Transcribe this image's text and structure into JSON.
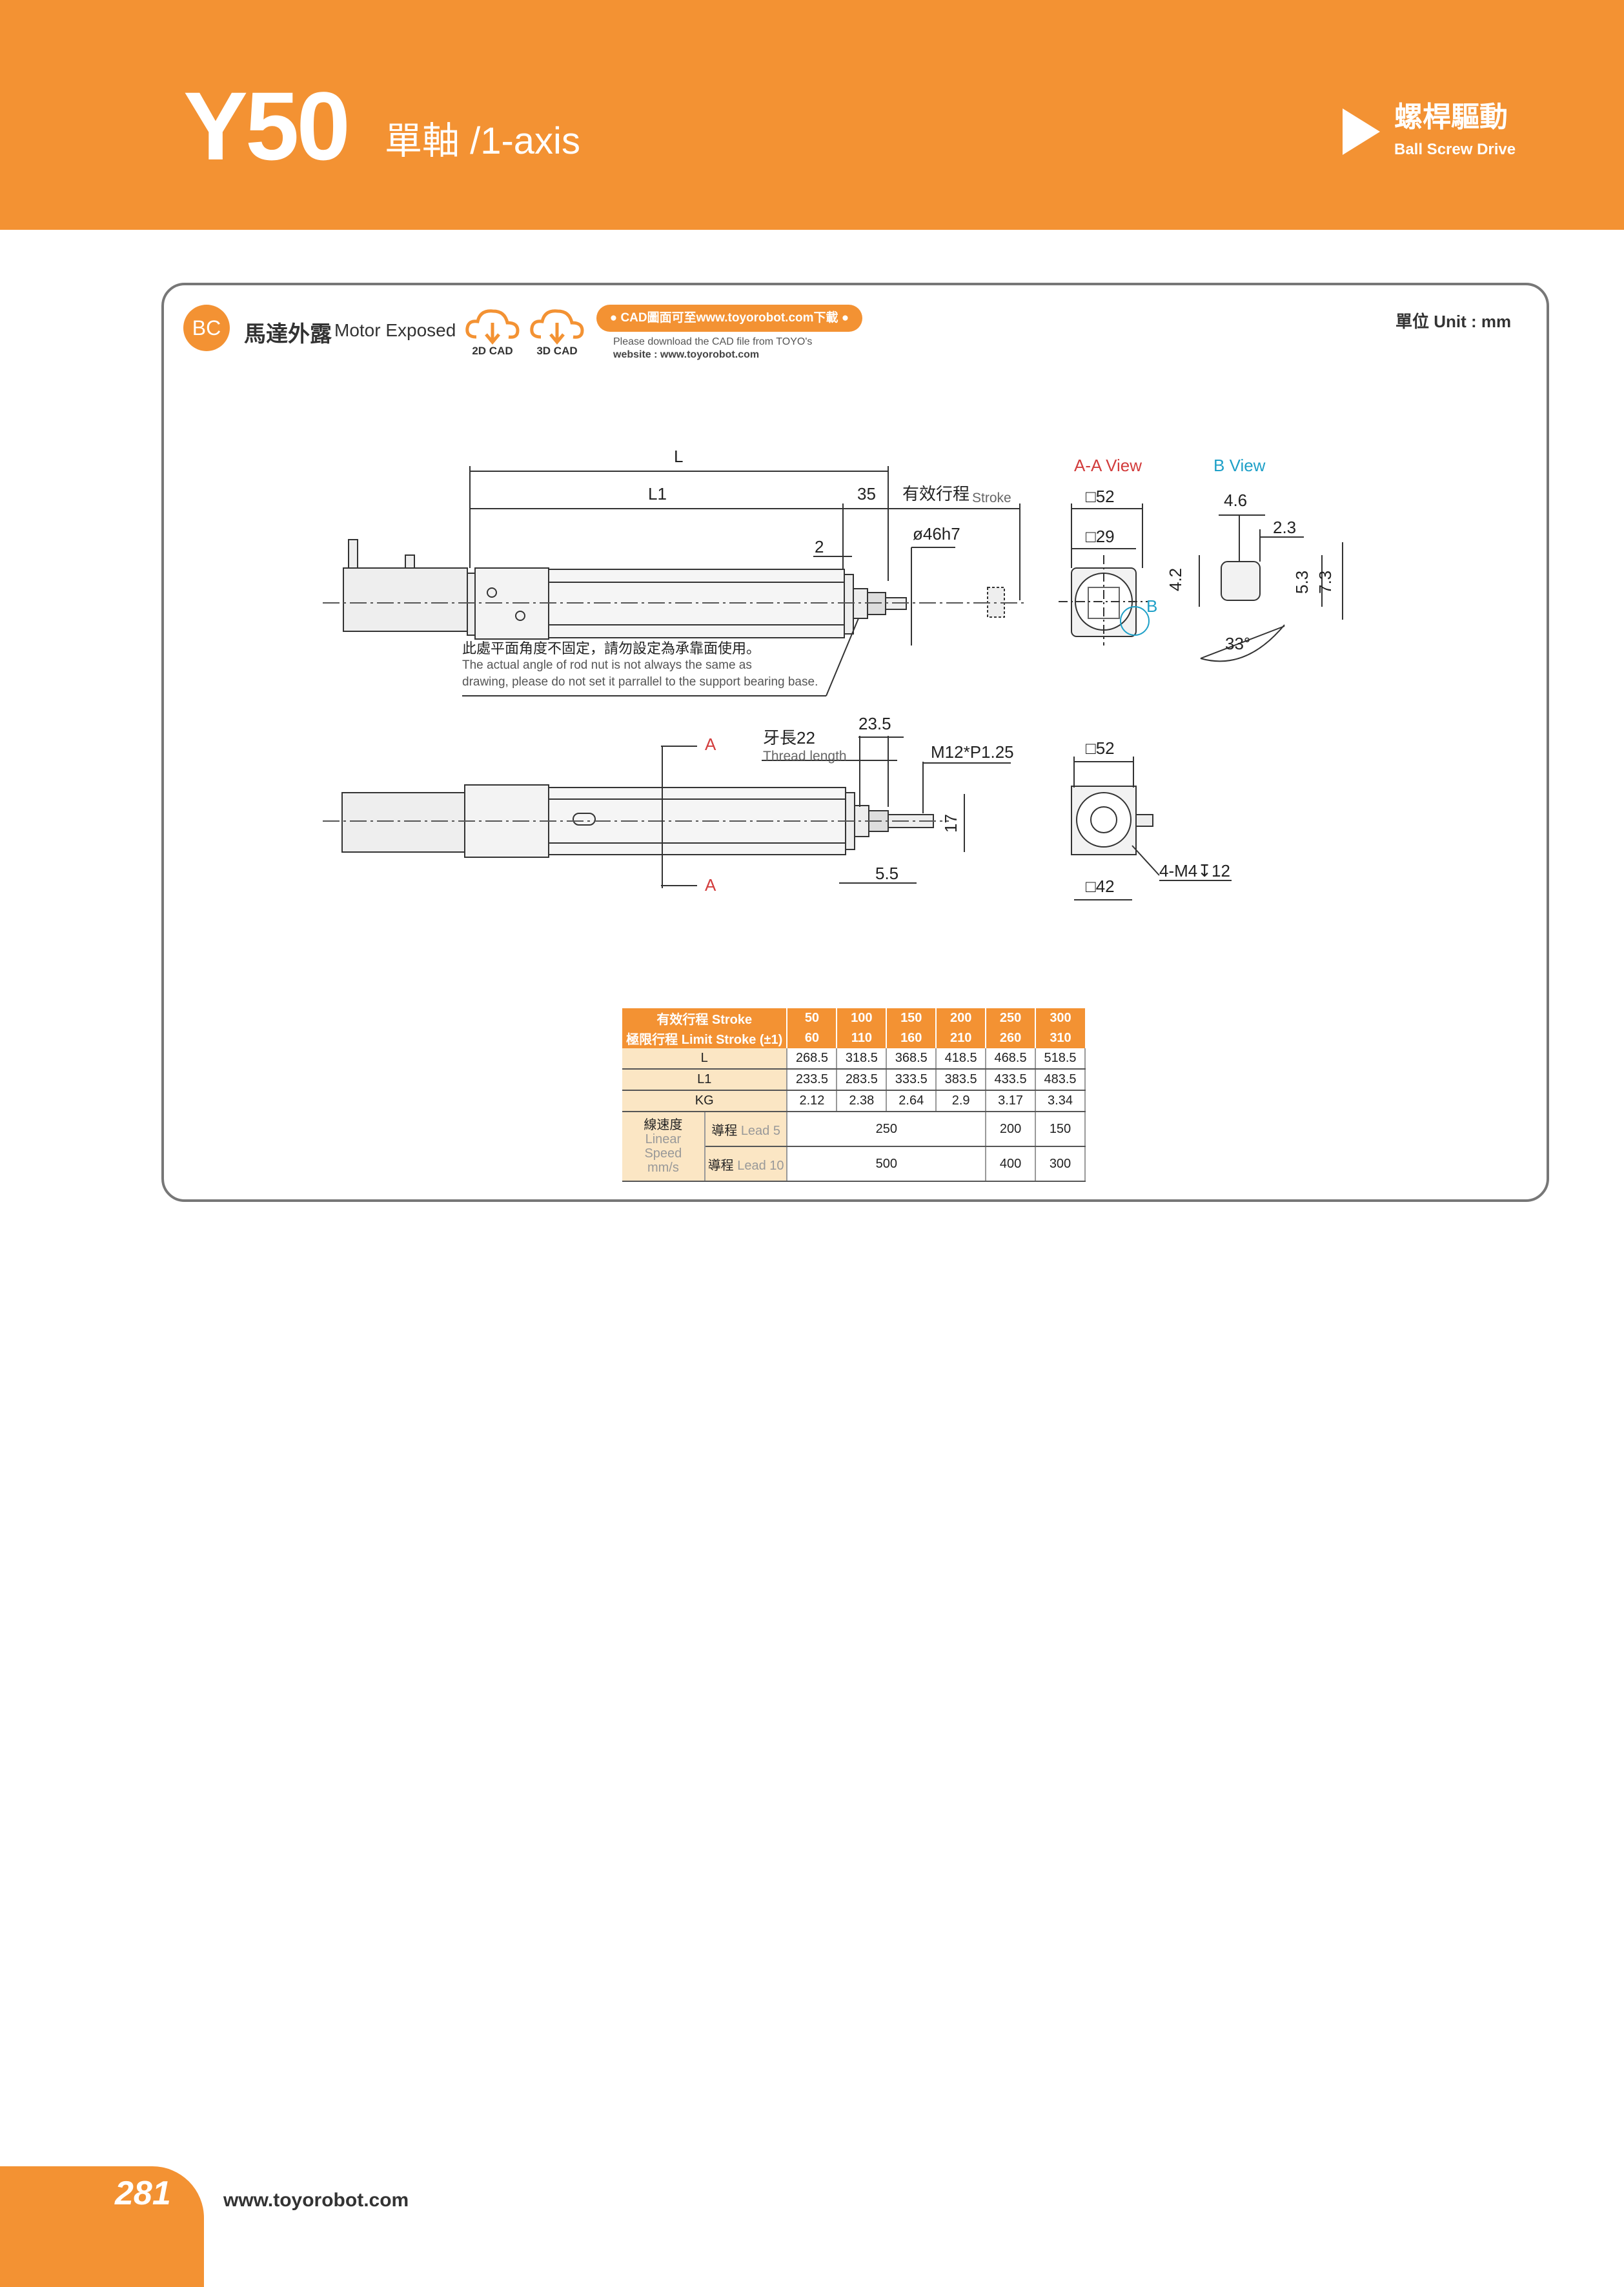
{
  "header": {
    "model": "Y50",
    "axis": "單軸 /1-axis",
    "category_zh": "螺桿驅動",
    "category_en": "Ball Screw Drive"
  },
  "section": {
    "badge": "BC",
    "title_zh": "馬達外露",
    "title_en": "Motor Exposed",
    "cad_2d": "2D CAD",
    "cad_3d": "3D CAD",
    "cad_pill": "● CAD圖面可至www.toyorobot.com下載 ●",
    "cad_note_1": "Please download the CAD file from TOYO's",
    "cad_note_2": "website : www.toyorobot.com",
    "unit": "單位 Unit : mm"
  },
  "drawing": {
    "L": "L",
    "L1": "L1",
    "d35": "35",
    "stroke_zh": "有效行程",
    "stroke_en": "Stroke",
    "d2": "2",
    "phi46": "ø46h7",
    "aa_view": "A-A View",
    "b_view": "B View",
    "sq52": "□52",
    "sq29": "□29",
    "d46": "4.6",
    "d23": "2.3",
    "d42": "4.2",
    "d53": "5.3",
    "d73": "7.3",
    "b_mark": "B",
    "angle33": "33°",
    "thread_zh": "牙長22",
    "thread_en": "Thread length",
    "d235": "23.5",
    "m12": "M12*P1.25",
    "a_mark": "A",
    "d17": "17",
    "d55": "5.5",
    "sq52b": "□52",
    "sq42": "□42",
    "m4": "4-M4↧12"
  },
  "note": {
    "zh": "此處平面角度不固定，請勿設定為承靠面使用。",
    "en1": "The actual angle of rod nut is not always the same as",
    "en2": "drawing, please do not set it parrallel to the support bearing base."
  },
  "table": {
    "stroke_label": "有效行程 Stroke",
    "limit_label": "極限行程 Limit Stroke (±1)",
    "strokes": [
      "50",
      "100",
      "150",
      "200",
      "250",
      "300"
    ],
    "limits": [
      "60",
      "110",
      "160",
      "210",
      "260",
      "310"
    ],
    "L_label": "L",
    "L": [
      "268.5",
      "318.5",
      "368.5",
      "418.5",
      "468.5",
      "518.5"
    ],
    "L1_label": "L1",
    "L1": [
      "233.5",
      "283.5",
      "333.5",
      "383.5",
      "433.5",
      "483.5"
    ],
    "KG_label": "KG",
    "KG": [
      "2.12",
      "2.38",
      "2.64",
      "2.9",
      "3.17",
      "3.34"
    ],
    "speed_zh": "線速度",
    "speed_en1": "Linear",
    "speed_en2": "Speed",
    "speed_unit": "mm/s",
    "lead5_zh": "導程",
    "lead5_en": "Lead 5",
    "lead10_zh": "導程",
    "lead10_en": "Lead 10",
    "lead5": [
      "250",
      "200",
      "150"
    ],
    "lead10": [
      "500",
      "400",
      "300"
    ]
  },
  "footer": {
    "page": "281",
    "site": "www.toyorobot.com"
  },
  "colors": {
    "accent": "#f39233",
    "light": "#fbe6c4",
    "red": "#d23c3c",
    "blue": "#1fa0c8"
  }
}
